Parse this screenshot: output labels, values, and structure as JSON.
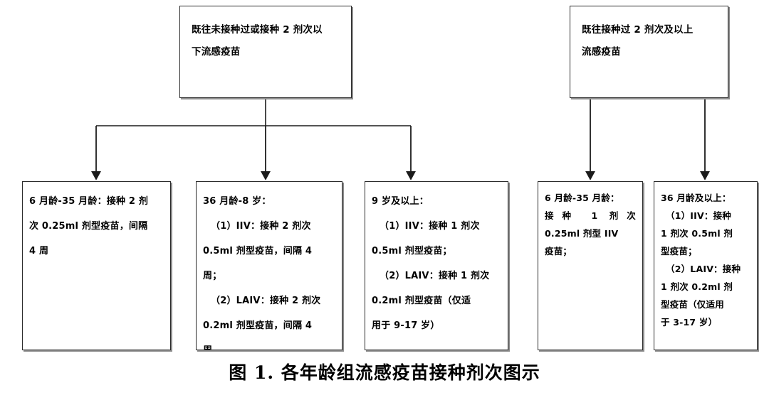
{
  "figure": {
    "caption": "图 1. 各年龄组流感疫苗接种剂次图示",
    "stroke_color": "#2b2b2b",
    "shadow_color": "#8d8d8d",
    "background_color": "#ffffff",
    "text_color": "#000000"
  },
  "branches": {
    "left": {
      "root_label_line1": "既往未接种过或接种 2 剂次以",
      "root_label_line2": "下流感疫苗",
      "leaves": [
        {
          "lines": [
            "6 月龄-35 月龄：接种 2 剂",
            "次 0.25ml 剂型疫苗，间隔",
            "4 周"
          ]
        },
        {
          "lines": [
            "36 月龄-8 岁：",
            "（1）IIV：接种 2 剂次",
            "0.5ml 剂型疫苗，间隔 4",
            "周；",
            "（2）LAIV：接种 2 剂次",
            "0.2ml 剂型疫苗，间隔 4",
            "周"
          ]
        },
        {
          "lines": [
            "9 岁及以上：",
            "（1）IIV：接种 1 剂次",
            "0.5ml 剂型疫苗；",
            "（2）LAIV：接种 1 剂次",
            "0.2ml 剂型疫苗（仅适",
            "用于 9-17 岁）"
          ]
        }
      ]
    },
    "right": {
      "root_label_line1": "既往接种过 2 剂次及以上",
      "root_label_line2": "流感疫苗",
      "leaves": [
        {
          "lines": [
            "6 月龄-35 月龄：",
            "接种 1 剂次",
            "0.25ml 剂型 IIV",
            "疫苗；"
          ]
        },
        {
          "lines": [
            "36 月龄及以上：",
            "（1）IIV：接种",
            "1 剂次 0.5ml 剂",
            "型疫苗；",
            "（2）LAIV：接种",
            "1 剂次 0.2ml 剂",
            "型疫苗（仅适用",
            "于 3-17 岁）"
          ]
        }
      ]
    }
  }
}
